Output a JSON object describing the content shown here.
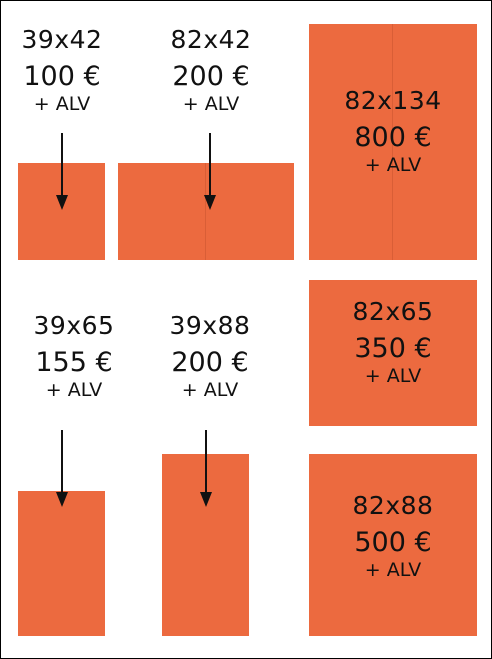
{
  "accent_color": "#ec6a3f",
  "ads": [
    {
      "size": "39x42",
      "price": "100 €",
      "vat": "+ ALV"
    },
    {
      "size": "82x42",
      "price": "200 €",
      "vat": "+ ALV"
    },
    {
      "size": "82x134",
      "price": "800 €",
      "vat": "+ ALV"
    },
    {
      "size": "39x65",
      "price": "155 €",
      "vat": "+ ALV"
    },
    {
      "size": "39x88",
      "price": "200 €",
      "vat": "+ ALV"
    },
    {
      "size": "82x65",
      "price": "350 €",
      "vat": "+ ALV"
    },
    {
      "size": "82x88",
      "price": "500 €",
      "vat": "+ ALV"
    }
  ]
}
